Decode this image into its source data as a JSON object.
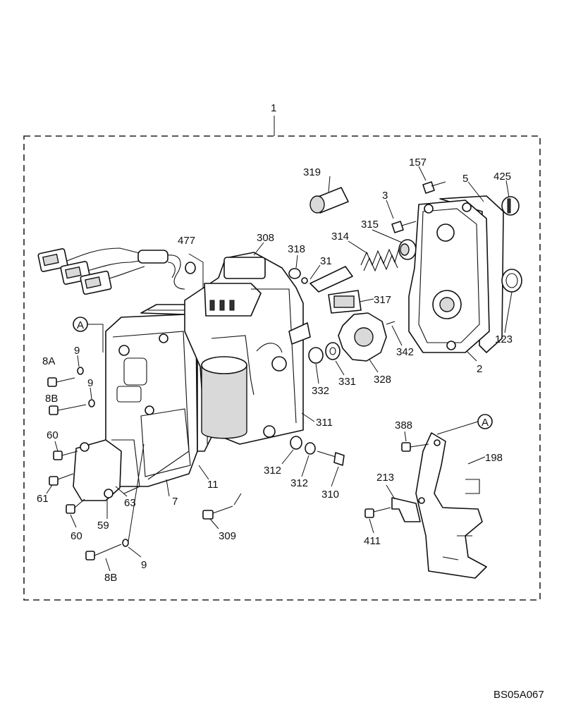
{
  "diagram": {
    "assembly_label": "1",
    "reference_code": "BS05A067",
    "callout_letter": "A",
    "labels": [
      {
        "key": "319",
        "text": "319"
      },
      {
        "key": "157",
        "text": "157"
      },
      {
        "key": "425",
        "text": "425"
      },
      {
        "key": "5",
        "text": "5"
      },
      {
        "key": "3",
        "text": "3"
      },
      {
        "key": "315",
        "text": "315"
      },
      {
        "key": "314",
        "text": "314"
      },
      {
        "key": "308",
        "text": "308"
      },
      {
        "key": "477",
        "text": "477"
      },
      {
        "key": "318",
        "text": "318"
      },
      {
        "key": "31",
        "text": "31"
      },
      {
        "key": "317",
        "text": "317"
      },
      {
        "key": "123",
        "text": "123"
      },
      {
        "key": "342",
        "text": "342"
      },
      {
        "key": "2",
        "text": "2"
      },
      {
        "key": "328",
        "text": "328"
      },
      {
        "key": "331",
        "text": "331"
      },
      {
        "key": "332",
        "text": "332"
      },
      {
        "key": "311",
        "text": "311"
      },
      {
        "key": "9a",
        "text": "9"
      },
      {
        "key": "8A",
        "text": "8A"
      },
      {
        "key": "9b",
        "text": "9"
      },
      {
        "key": "8Ba",
        "text": "8B"
      },
      {
        "key": "60a",
        "text": "60"
      },
      {
        "key": "61",
        "text": "61"
      },
      {
        "key": "63",
        "text": "63"
      },
      {
        "key": "60b",
        "text": "60"
      },
      {
        "key": "59",
        "text": "59"
      },
      {
        "key": "7",
        "text": "7"
      },
      {
        "key": "11",
        "text": "11"
      },
      {
        "key": "309",
        "text": "309"
      },
      {
        "key": "312a",
        "text": "312"
      },
      {
        "key": "312b",
        "text": "312"
      },
      {
        "key": "310",
        "text": "310"
      },
      {
        "key": "388",
        "text": "388"
      },
      {
        "key": "198",
        "text": "198"
      },
      {
        "key": "213",
        "text": "213"
      },
      {
        "key": "411",
        "text": "411"
      },
      {
        "key": "8Bb",
        "text": "8B"
      },
      {
        "key": "9c",
        "text": "9"
      }
    ]
  }
}
